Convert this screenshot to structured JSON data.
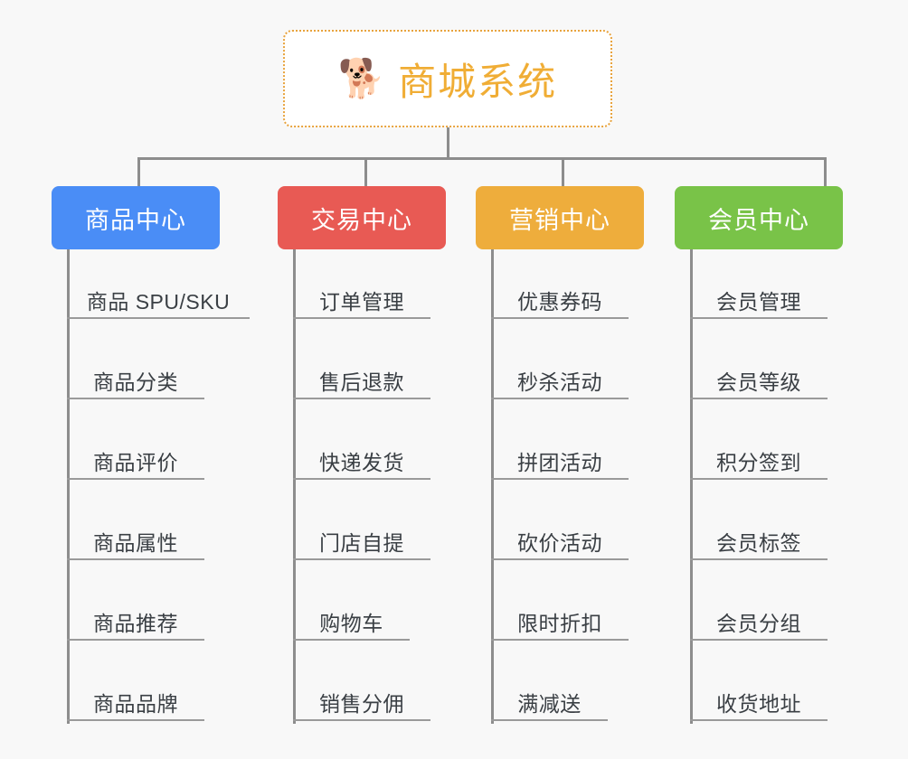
{
  "page": {
    "background_color": "#f8f8f8",
    "line_color": "#8d8d8d",
    "leaf_rule_color": "#9a9a9a",
    "leaf_text_color": "#3a3f44"
  },
  "root": {
    "icon": "shiba-dog-face-emoji",
    "icon_glyph": "🐕",
    "title": "商城系统",
    "text_color": "#f0ad35",
    "border_color": "#e8a33d",
    "background_color": "#ffffff"
  },
  "branches": [
    {
      "title": "商品中心",
      "color": "#4a8df6",
      "items": [
        "商品 SPU/SKU",
        "商品分类",
        "商品评价",
        "商品属性",
        "商品推荐",
        "商品品牌"
      ]
    },
    {
      "title": "交易中心",
      "color": "#e85a54",
      "items": [
        "订单管理",
        "售后退款",
        "快递发货",
        "门店自提",
        "购物车",
        "销售分佣"
      ]
    },
    {
      "title": "营销中心",
      "color": "#eead3c",
      "items": [
        "优惠券码",
        "秒杀活动",
        "拼团活动",
        "砍价活动",
        "限时折扣",
        "满减送"
      ]
    },
    {
      "title": "会员中心",
      "color": "#79c348",
      "items": [
        "会员管理",
        "会员等级",
        "积分签到",
        "会员标签",
        "会员分组",
        "收货地址"
      ]
    }
  ]
}
